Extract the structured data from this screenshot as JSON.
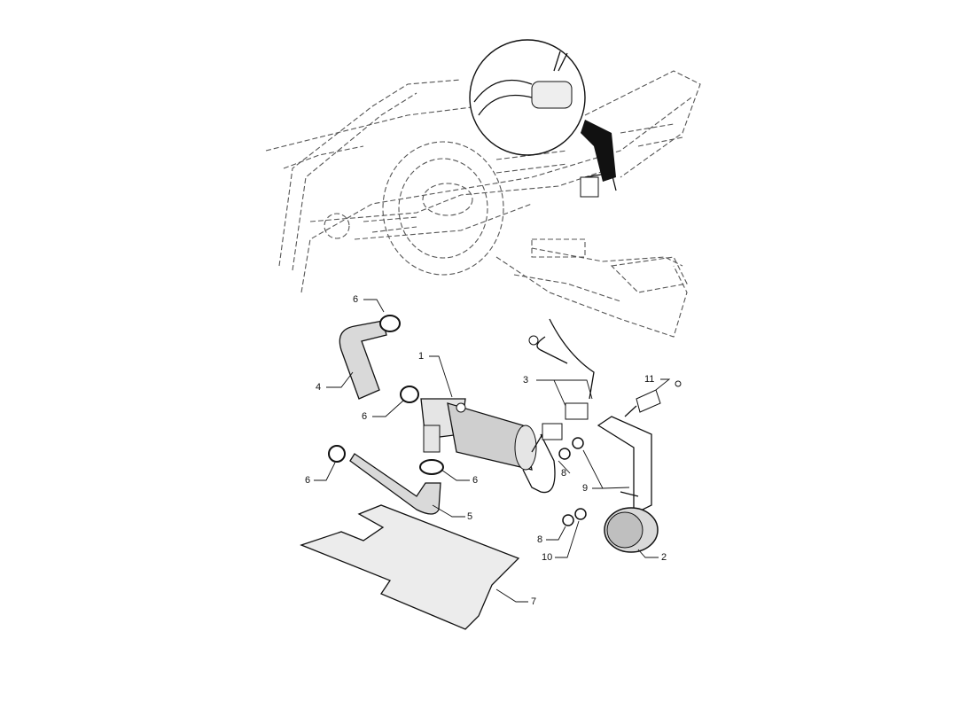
{
  "diagram": {
    "title": "Auxiliary water pump installation",
    "callouts": [
      {
        "id": "c6a",
        "text": "6"
      },
      {
        "id": "c4",
        "text": "4"
      },
      {
        "id": "c1",
        "text": "1"
      },
      {
        "id": "c6b",
        "text": "6"
      },
      {
        "id": "c3",
        "text": "3"
      },
      {
        "id": "c11",
        "text": "11"
      },
      {
        "id": "c8a",
        "text": "8"
      },
      {
        "id": "c9",
        "text": "9"
      },
      {
        "id": "c6c",
        "text": "6"
      },
      {
        "id": "c6d",
        "text": "6"
      },
      {
        "id": "c5",
        "text": "5"
      },
      {
        "id": "c8b",
        "text": "8"
      },
      {
        "id": "c10",
        "text": "10"
      },
      {
        "id": "c2",
        "text": "2"
      },
      {
        "id": "c7",
        "text": "7"
      }
    ]
  }
}
